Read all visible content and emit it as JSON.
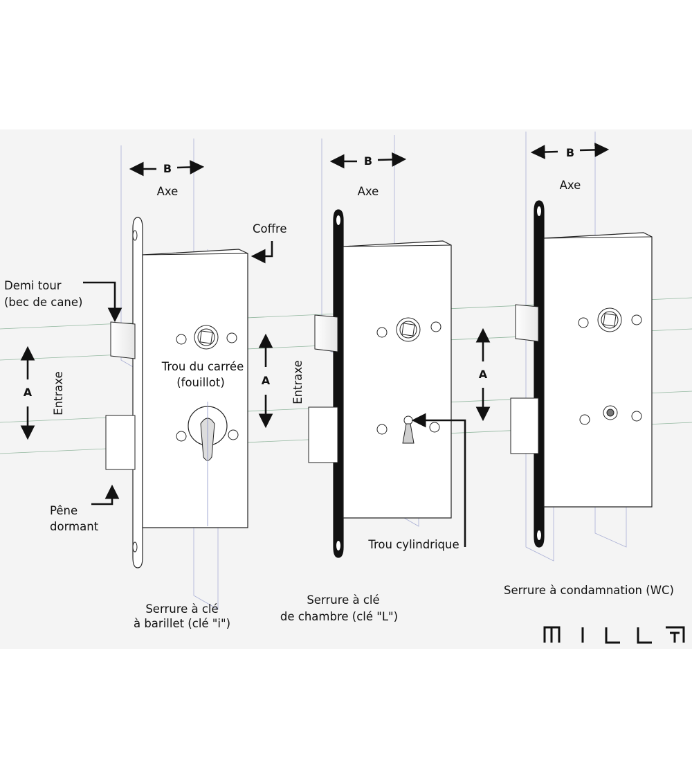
{
  "brand": {
    "logo_text": "MILLA"
  },
  "locks": [
    {
      "caption_line1": "Serrure à clé",
      "caption_line2": "à barillet (clé \"i\")",
      "dim_b": "B",
      "dim_a": "A",
      "axe": "Axe",
      "entraxe": "Entraxe"
    },
    {
      "caption_line1": "Serrure à clé",
      "caption_line2": "de chambre (clé \"L\")",
      "dim_b": "B",
      "dim_a": "A",
      "axe": "Axe",
      "entraxe": "Entraxe"
    },
    {
      "caption_line1": "Serrure à condamnation (WC)",
      "dim_b": "B",
      "dim_a": "A",
      "axe": "Axe"
    }
  ],
  "callouts": {
    "coffre": "Coffre",
    "demi_tour_line1": "Demi tour",
    "demi_tour_line2": "(bec de cane)",
    "trou_carre_line1": "Trou du carrée",
    "trou_carre_line2": "(fouillot)",
    "pene_line1": "Pêne",
    "pene_line2": "dormant",
    "trou_cylindrique": "Trou cylindrique"
  },
  "colors": {
    "background": "#f4f4f4",
    "guide_blue": "#8a93c8",
    "guide_green": "#3a9a5a",
    "stroke": "#222222",
    "faceplate_dark": "#111111"
  }
}
